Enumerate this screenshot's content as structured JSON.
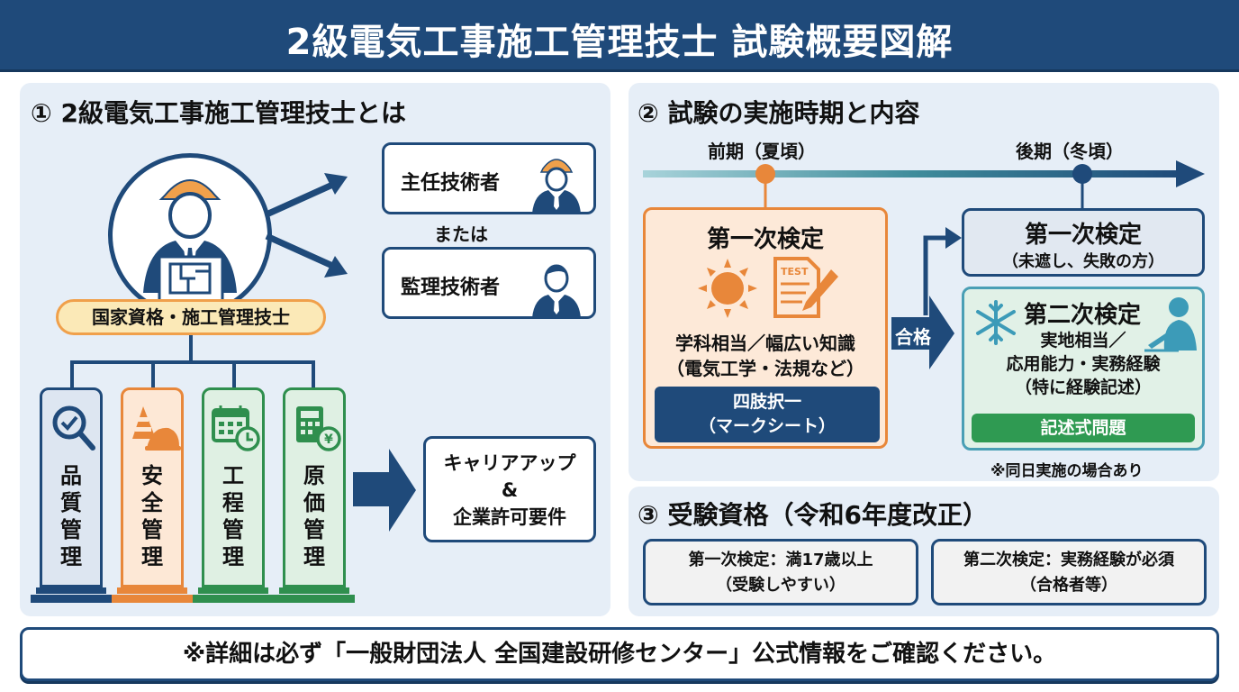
{
  "header": {
    "title": "2級電気工事施工管理技士 試験概要図解"
  },
  "section1": {
    "title": "① 2級電気工事施工管理技士とは",
    "qualification_label": "国家資格・施工管理技士",
    "roles": [
      {
        "label": "主任技術者"
      },
      {
        "label": "監理技術者"
      }
    ],
    "or_label": "または",
    "pillars": [
      {
        "label": "品質管理",
        "chars": [
          "品",
          "質",
          "管",
          "理"
        ],
        "color": "#1f4a7a",
        "fill": "#dde6f1",
        "icon": "magnifier-check-icon"
      },
      {
        "label": "安全管理",
        "chars": [
          "安",
          "全",
          "管",
          "理"
        ],
        "color": "#e8873a",
        "fill": "#fde8d6",
        "icon": "cone-helmet-icon"
      },
      {
        "label": "工程管理",
        "chars": [
          "工",
          "程",
          "管",
          "理"
        ],
        "color": "#2f8f4e",
        "fill": "#dff0e3",
        "icon": "calendar-clock-icon"
      },
      {
        "label": "原価管理",
        "chars": [
          "原",
          "価",
          "管",
          "理"
        ],
        "color": "#2f8f4e",
        "fill": "#dff0e3",
        "icon": "calculator-yen-icon"
      }
    ],
    "career": {
      "line1": "キャリアアップ",
      "line2": "&",
      "line3": "企業許可要件"
    }
  },
  "section2": {
    "title": "② 試験の実施時期と内容",
    "timeline": {
      "early": "前期（夏頃）",
      "late": "後期（冬頃）"
    },
    "exam_first": {
      "title": "第一次検定",
      "test_icon_text": "TEST",
      "desc1": "学科相当／幅広い知識",
      "desc2": "（電気工学・法規など）",
      "format1": "四肢択一",
      "format2": "（マークシート）"
    },
    "pass_label": "合格",
    "exam_first_late": {
      "title": "第一次検定",
      "sub": "（未遮し、失敗の方）"
    },
    "exam_second": {
      "title": "第二次検定",
      "desc1": "実地相当／",
      "desc2": "応用能力・実務経験",
      "desc3": "（特に経験記述）",
      "format": "記述式問題"
    },
    "note": "※同日実施の場合あり"
  },
  "section3": {
    "title": "③ 受験資格（令和6年度改正）",
    "items": [
      {
        "line1": "第一次検定：満17歳以上",
        "line2": "（受験しやすい）"
      },
      {
        "line1": "第二次検定：実務経験が必須",
        "line2": "（合格者等）"
      }
    ]
  },
  "footer": {
    "text": "※詳細は必ず「一般財団法人 全国建設研修センター」公式情報をご確認ください。"
  },
  "colors": {
    "navy": "#1f4a7a",
    "orange": "#e8873a",
    "green": "#2f8f4e",
    "teal": "#4a9fb5",
    "panel_bg": "#e6eef7"
  }
}
